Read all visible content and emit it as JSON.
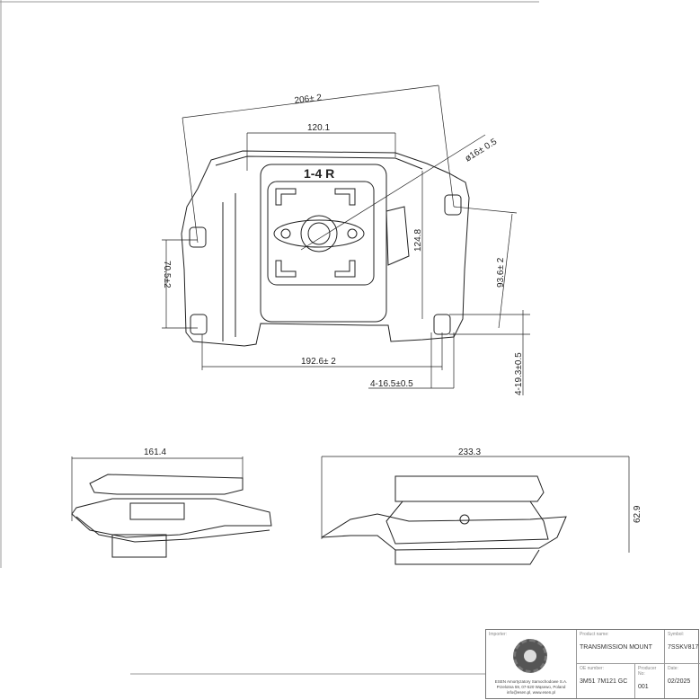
{
  "drawing": {
    "marking_text": "1-4  R",
    "dimensions": {
      "overall_diagonal": "206± 2",
      "top_width": "120.1",
      "bore_diameter": "ø16± 0.5",
      "height_mid": "124.8",
      "right_vertical": "93.6± 2",
      "left_vertical": "70.5±2",
      "bottom_span": "192.6± 2",
      "hole_width": "4-16.5±0.5",
      "hole_height": "4-19.3±0.5",
      "side_width": "161.4",
      "front_width": "233.3",
      "front_height": "62.9"
    }
  },
  "title_block": {
    "importer_label": "Importer:",
    "importer_lines": [
      "ESEN Amortyzatory Samochodowe S.A.",
      "Przelotna 59, 07-520 Wąsewo, Poland",
      "info@esen.pl, www.esen.pl"
    ],
    "product_label": "Product name:",
    "product_name": "TRANSMISSION MOUNT",
    "symbol_label": "Symbol:",
    "symbol": "7SSKV817",
    "oe_label": "OE number:",
    "oe_number": "3M51 7M121 GC",
    "producer_label": "Producer No:",
    "producer_no": "001",
    "date_label": "Date:",
    "date": "02/2025"
  }
}
